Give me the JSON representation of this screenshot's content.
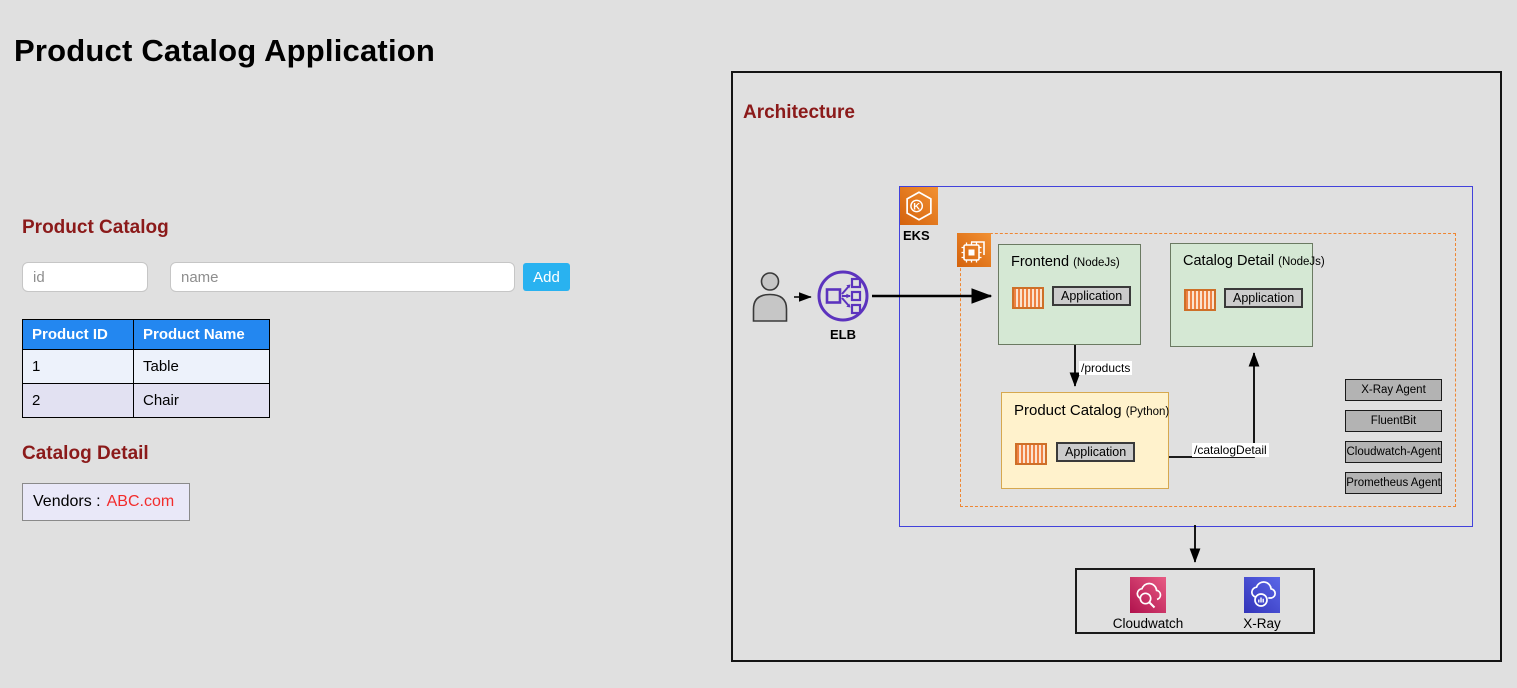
{
  "page": {
    "title": "Product Catalog Application",
    "background_color": "#e0e0e0",
    "heading_color": "#8b1a1a"
  },
  "product_catalog": {
    "heading": "Product Catalog",
    "id_placeholder": "id",
    "name_placeholder": "name",
    "add_button": "Add",
    "add_button_color": "#29b2f0",
    "table": {
      "header_color": "#2387f0",
      "headers": [
        "Product ID",
        "Product Name"
      ],
      "rows": [
        [
          "1",
          "Table"
        ],
        [
          "2",
          "Chair"
        ]
      ]
    }
  },
  "catalog_detail": {
    "heading": "Catalog Detail",
    "vendors_label": "Vendors :",
    "vendor_value": "ABC.com",
    "vendor_value_color": "#f22c2c"
  },
  "architecture": {
    "heading": "Architecture",
    "eks_label": "EKS",
    "elb_label": "ELB",
    "cluster_border_color": "#4242db",
    "namespace_border_color": "#ee8633",
    "nodes": {
      "frontend": {
        "title": "Frontend",
        "runtime": "(NodeJs)",
        "app_label": "Application",
        "fill": "#d5e8d4"
      },
      "catalog_detail": {
        "title": "Catalog Detail",
        "runtime": "(NodeJs)",
        "app_label": "Application",
        "fill": "#d5e8d4"
      },
      "product_catalog": {
        "title": "Product Catalog",
        "runtime": "(Python)",
        "app_label": "Application",
        "fill": "#fff2cc"
      }
    },
    "edges": {
      "products_label": "/products",
      "catalog_detail_label": "/catalogDetail"
    },
    "agents": [
      "X-Ray Agent",
      "FluentBit",
      "Cloudwatch-Agent",
      "Prometheus Agent"
    ],
    "monitoring": {
      "cloudwatch_label": "Cloudwatch",
      "xray_label": "X-Ray",
      "cloudwatch_color": "#c41e56",
      "xray_color": "#444ccd"
    }
  }
}
